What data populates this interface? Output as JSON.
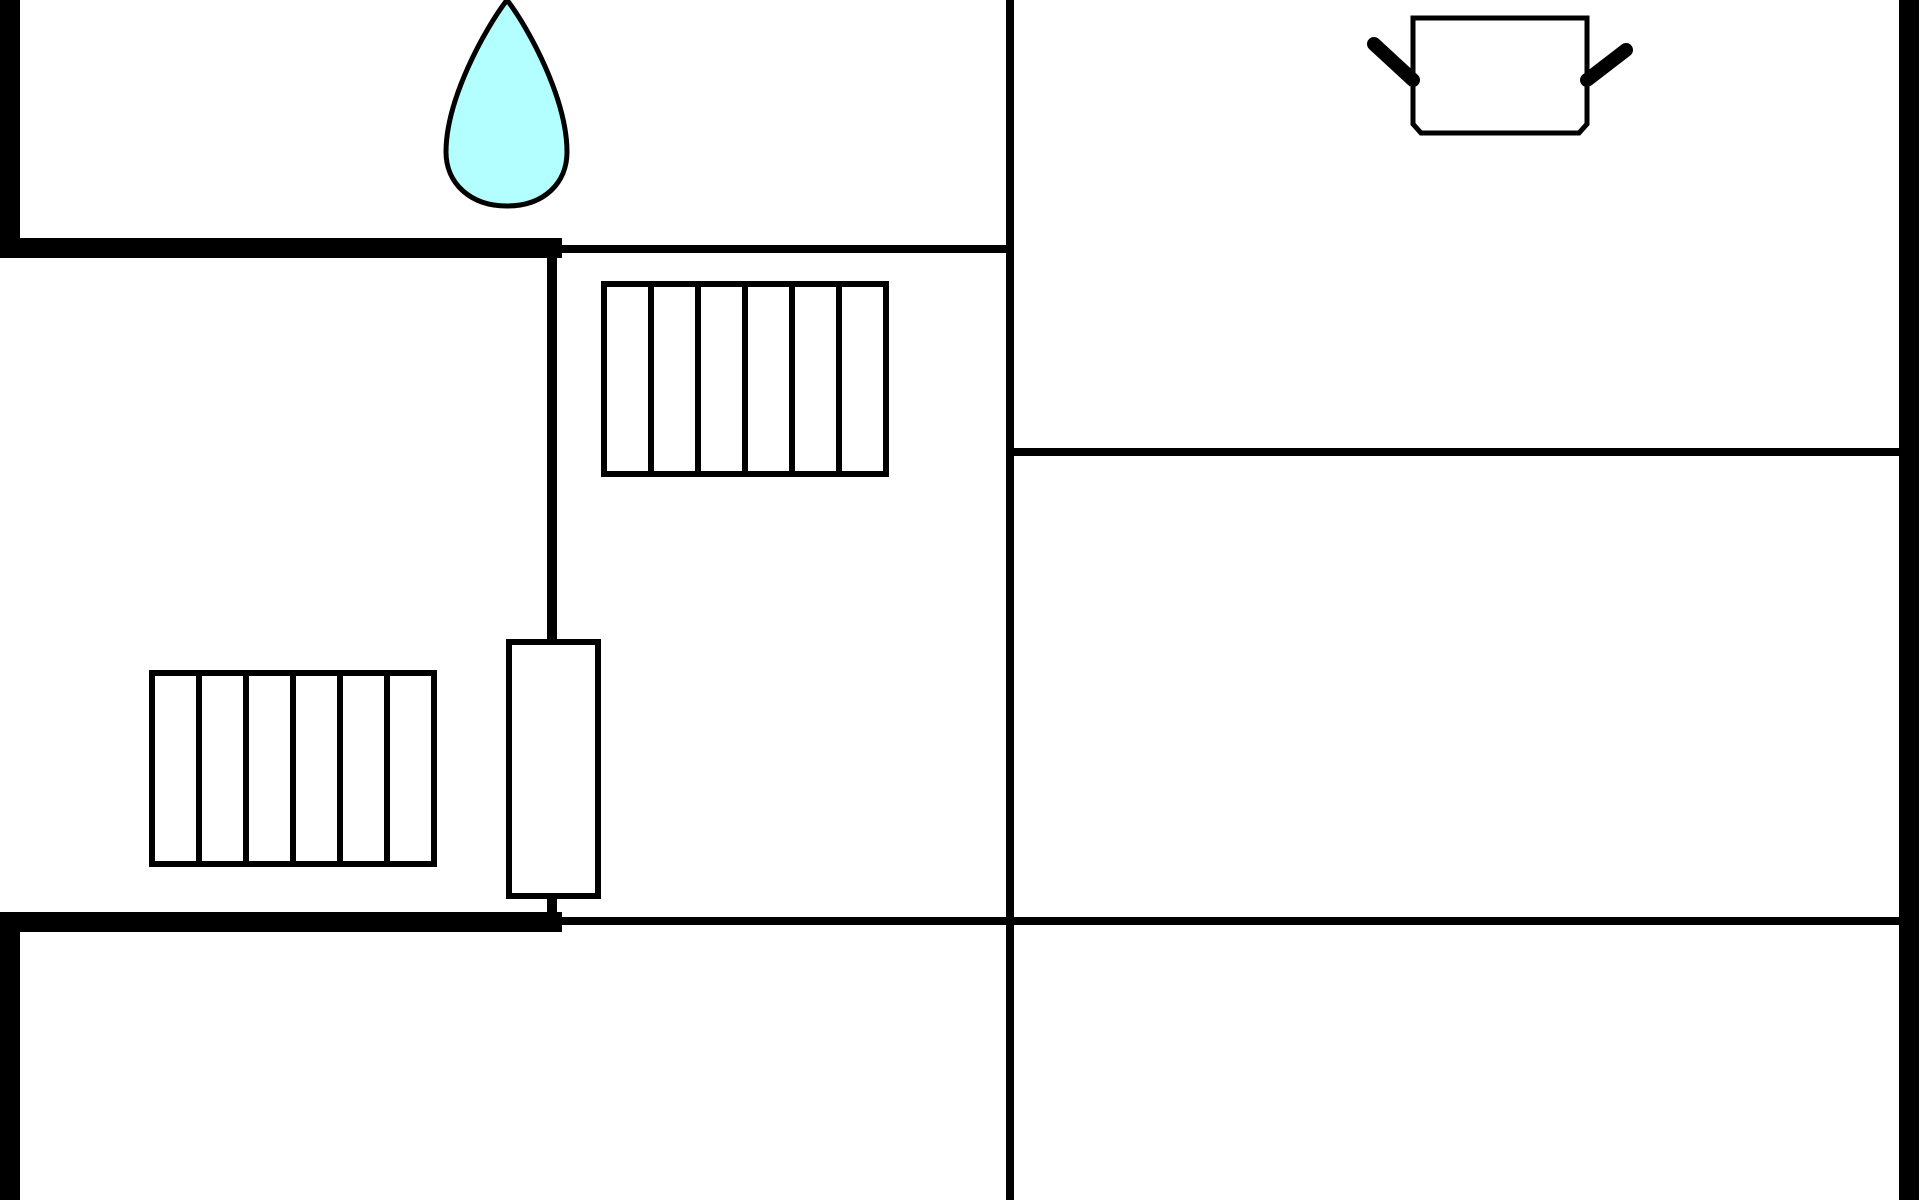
{
  "diagram": {
    "type": "floor-plan-fragment",
    "colors": {
      "background": "#ffffff",
      "walls": "#000000",
      "water_drop_fill": "#b3ffff"
    },
    "icons": [
      "water-drop-icon",
      "cooking-pot-icon",
      "radiator-icon",
      "radiator-icon",
      "door-icon"
    ],
    "radiators": [
      {
        "name": "radiator-upper",
        "fins": 6
      },
      {
        "name": "radiator-lower",
        "fins": 6
      }
    ]
  }
}
